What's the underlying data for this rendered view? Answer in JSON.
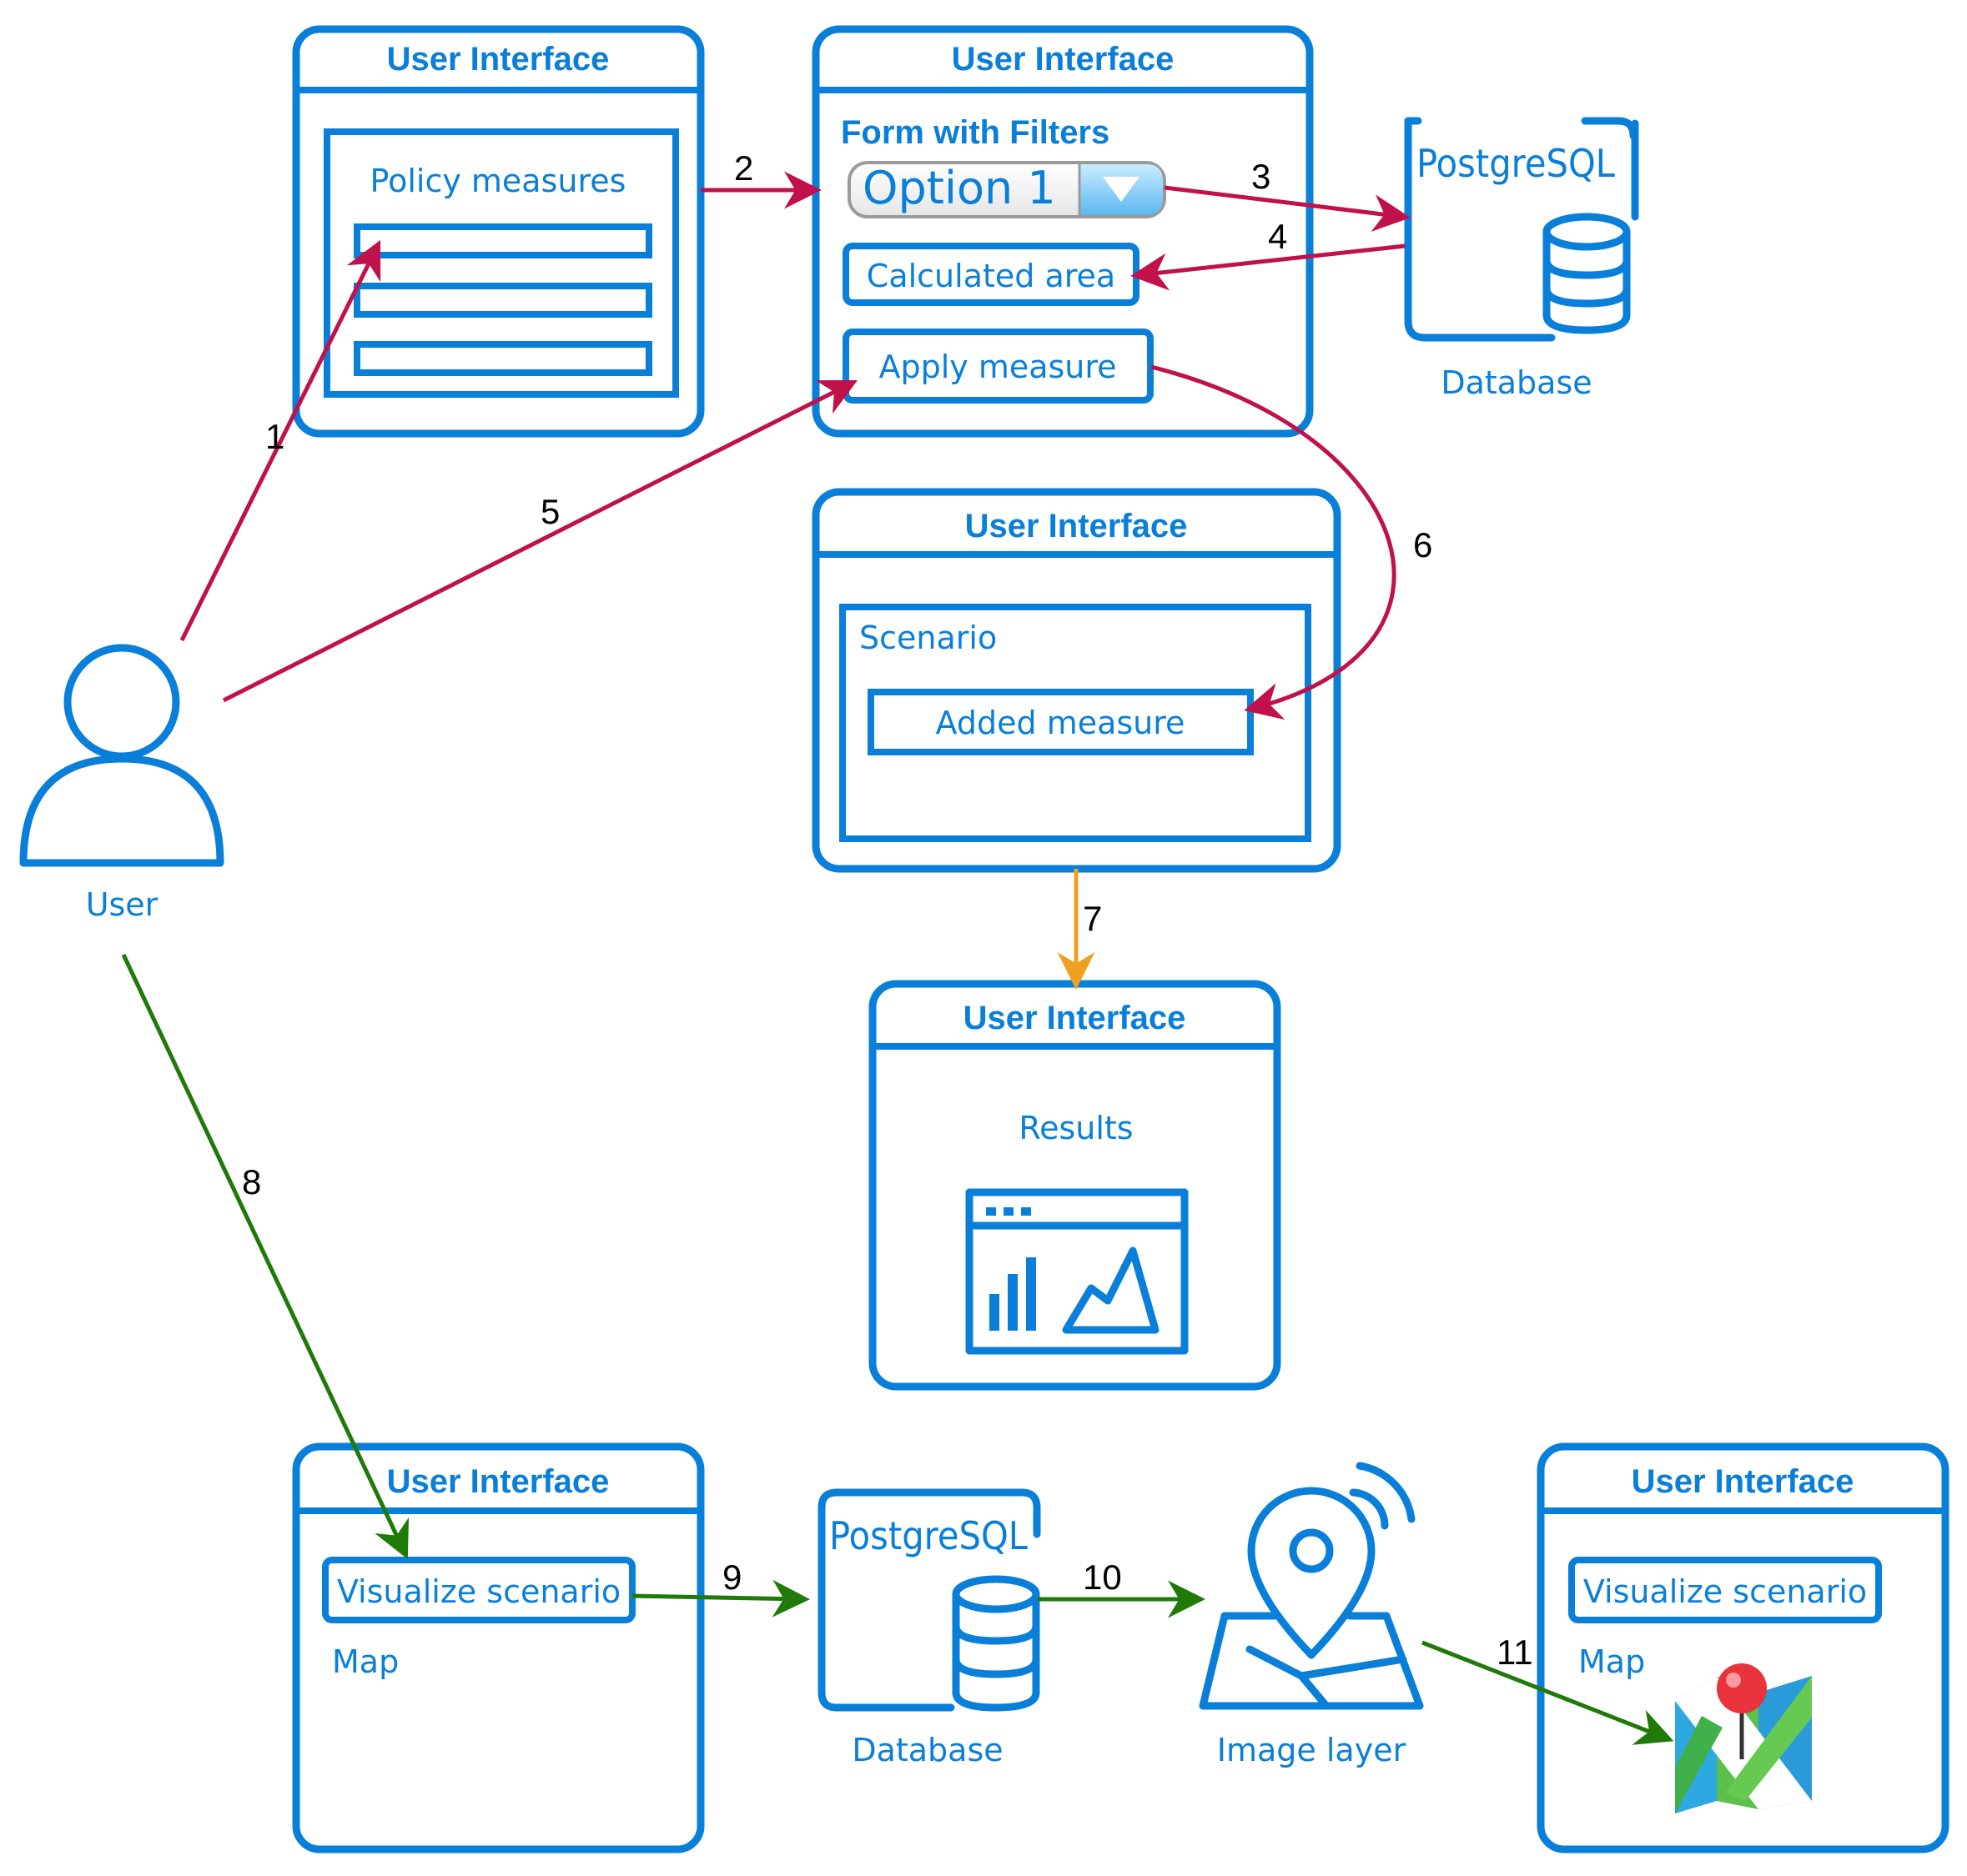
{
  "ui_title": "User Interface",
  "policy": {
    "label": "Policy measures"
  },
  "form": {
    "title": "Form with Filters",
    "select_value": "Option 1",
    "calculated": "Calculated area",
    "apply": "Apply measure"
  },
  "db_top": {
    "brand": "PostgreSQL",
    "label": "Database"
  },
  "scenario": {
    "label": "Scenario",
    "added": "Added measure"
  },
  "results": {
    "label": "Results"
  },
  "user": {
    "label": "User"
  },
  "map_left": {
    "button": "Visualize scenario",
    "label": "Map"
  },
  "db_bottom": {
    "brand": "PostgreSQL",
    "label": "Database"
  },
  "image_layer": {
    "label": "Image layer"
  },
  "map_right": {
    "button": "Visualize scenario",
    "label": "Map"
  },
  "steps": [
    "1",
    "2",
    "3",
    "4",
    "5",
    "6",
    "7",
    "8",
    "9",
    "10",
    "11"
  ],
  "colors": {
    "primary": "#0a7fd9",
    "flow_red": "#c0114a",
    "flow_green": "#1f7a0a",
    "flow_orange": "#f0a020"
  },
  "icons": [
    "user-icon",
    "database-icon",
    "dropdown-icon",
    "results-dashboard-icon",
    "location-map-icon",
    "map-pin-icon"
  ]
}
